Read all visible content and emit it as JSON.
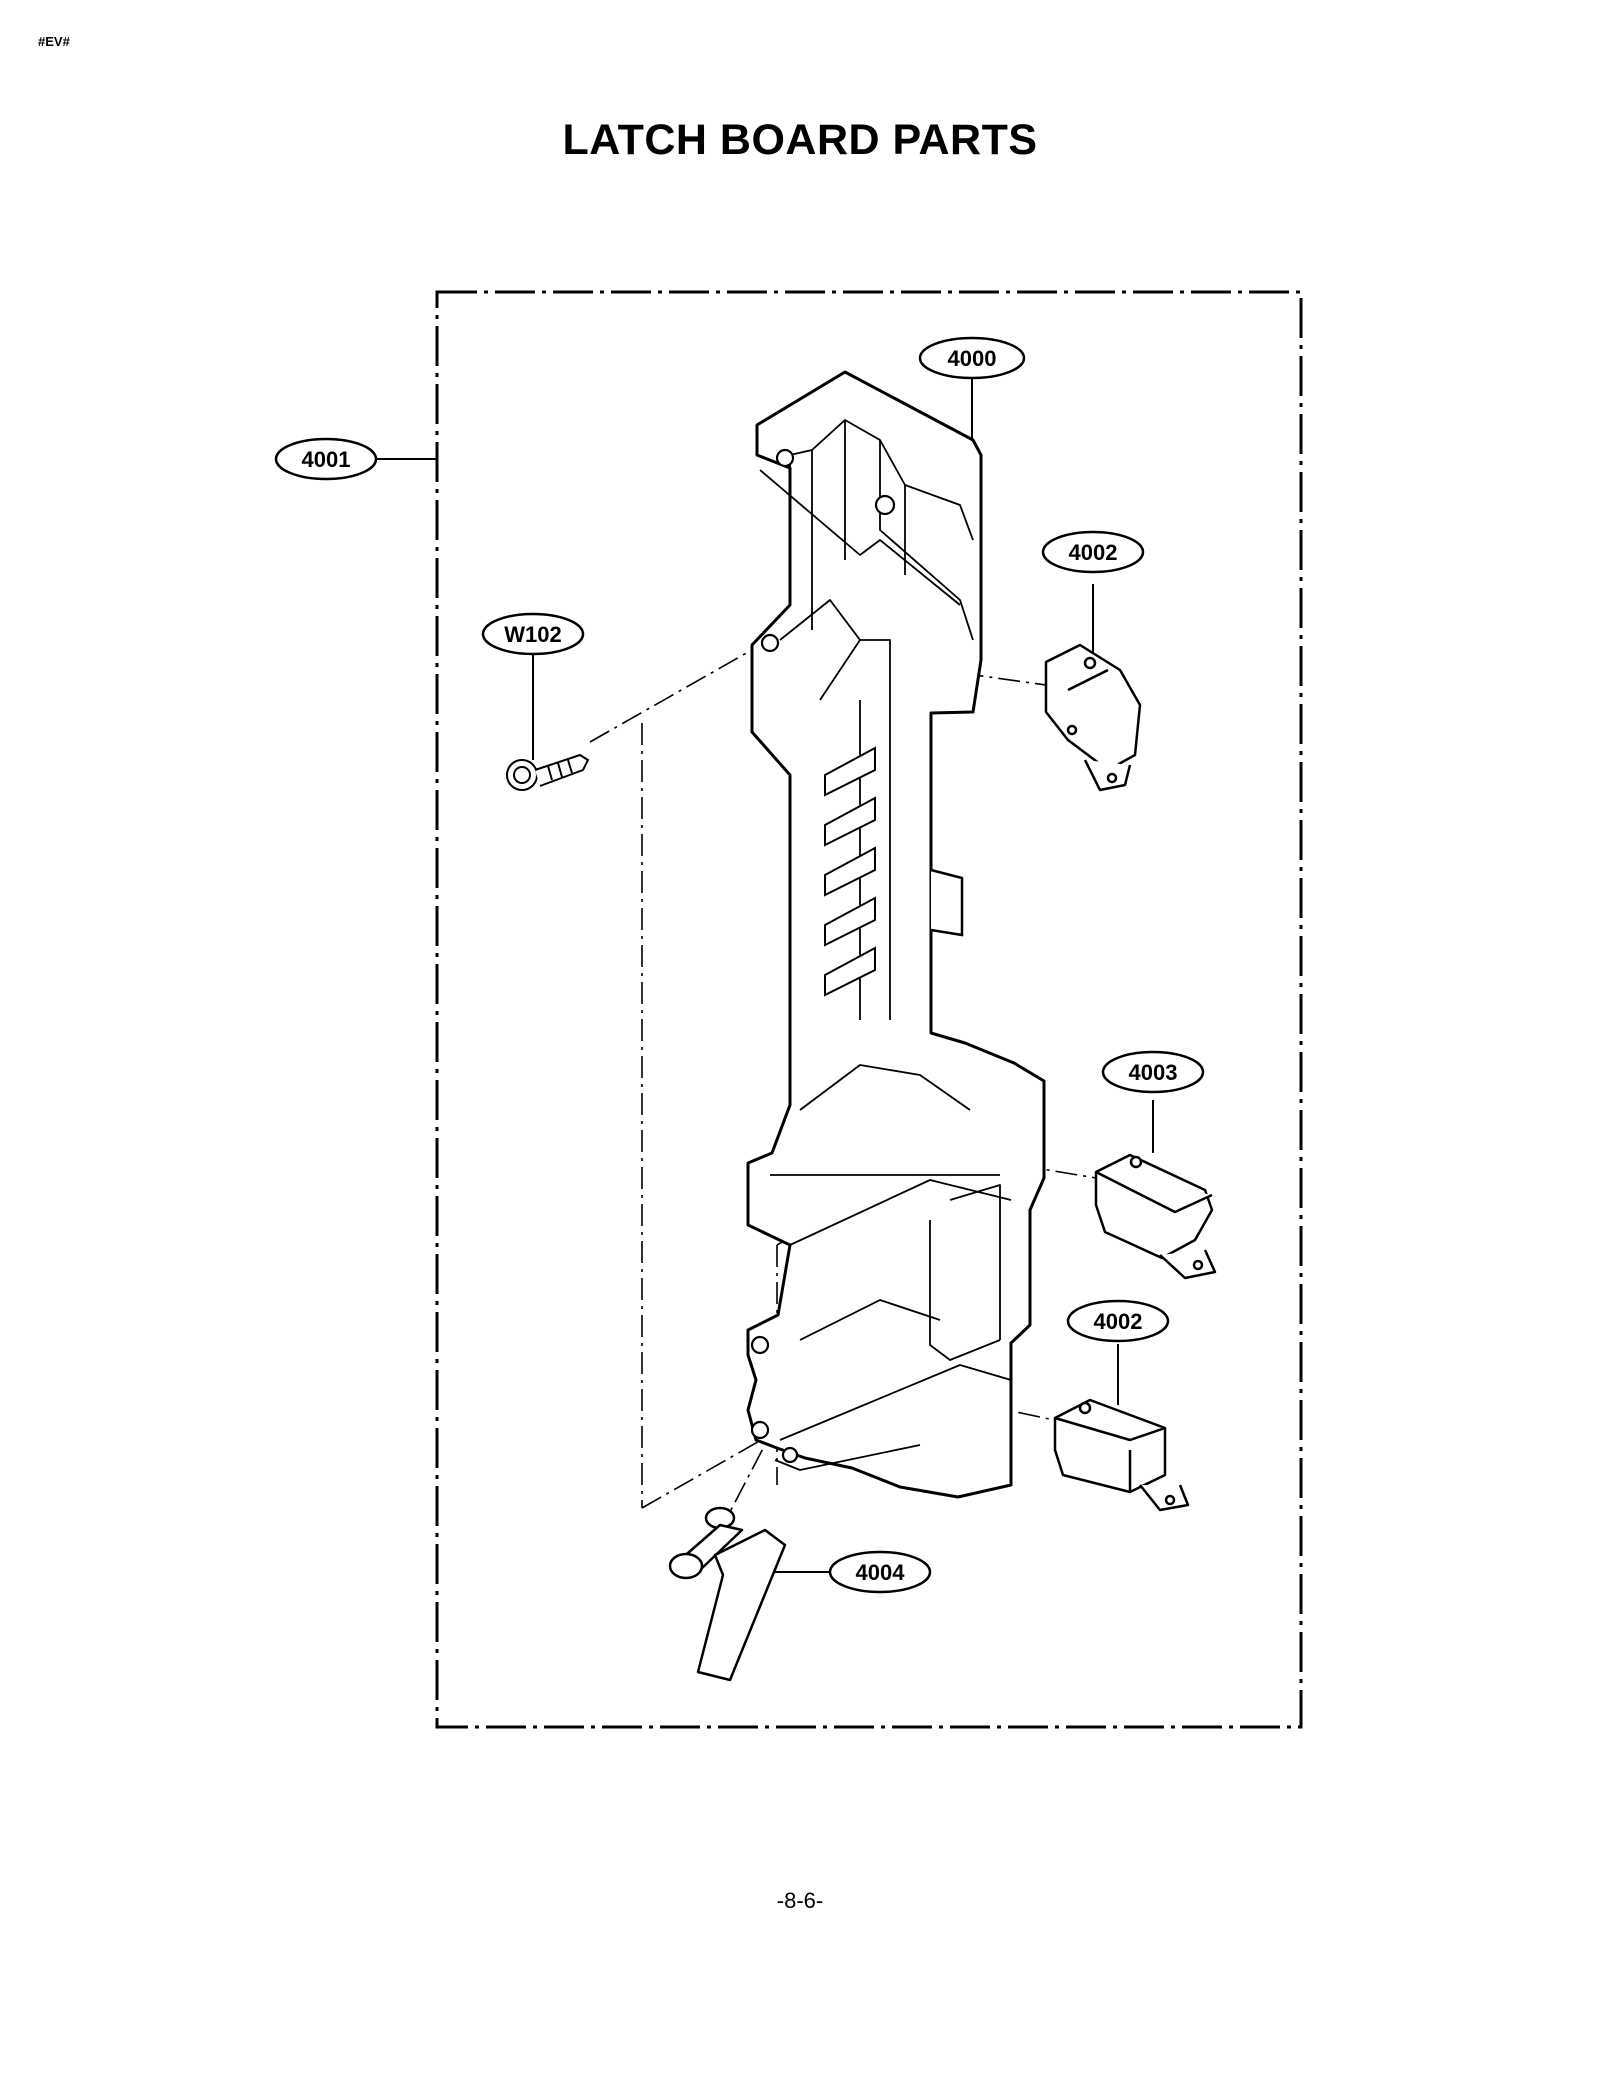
{
  "header": {
    "code": "#EV#"
  },
  "title": "LATCH BOARD PARTS",
  "footer": {
    "page": "-8-6-"
  },
  "callouts": {
    "latch_board": "4000",
    "latch_board_assembly": "4001",
    "switch_upper": "4002",
    "switch_middle": "4003",
    "switch_lower": "4002",
    "lever": "4004",
    "screw": "W102"
  }
}
